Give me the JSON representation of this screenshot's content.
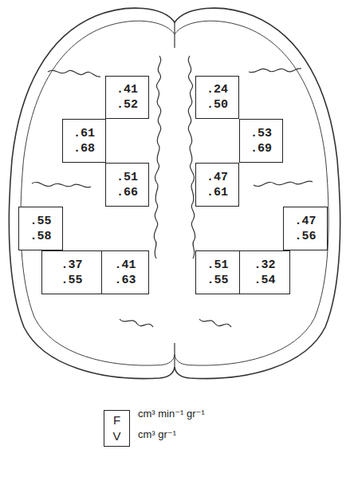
{
  "diagram": {
    "nodes": [
      {
        "text": [
          ".41",
          ".52"
        ]
      },
      {
        "text": [
          ".24",
          ".50"
        ]
      },
      {
        "text": [
          ".61",
          ".68"
        ]
      },
      {
        "text": [
          ".53",
          ".69"
        ]
      },
      {
        "text": [
          ".51",
          ".66"
        ]
      },
      {
        "text": [
          ".47",
          ".61"
        ]
      },
      {
        "text": [
          ".55",
          ".58"
        ]
      },
      {
        "text": [
          ".47",
          ".56"
        ]
      },
      {
        "text": [
          ".37",
          ".55"
        ]
      },
      {
        "text": [
          ".41",
          ".63"
        ]
      },
      {
        "text": [
          ".51",
          ".55"
        ]
      },
      {
        "text": [
          ".32",
          ".54"
        ]
      },
      {
        "text": [
          "F",
          "V"
        ]
      }
    ],
    "labels": [
      "cm³ min⁻¹ gr⁻¹",
      "cm³ gr⁻¹"
    ]
  }
}
